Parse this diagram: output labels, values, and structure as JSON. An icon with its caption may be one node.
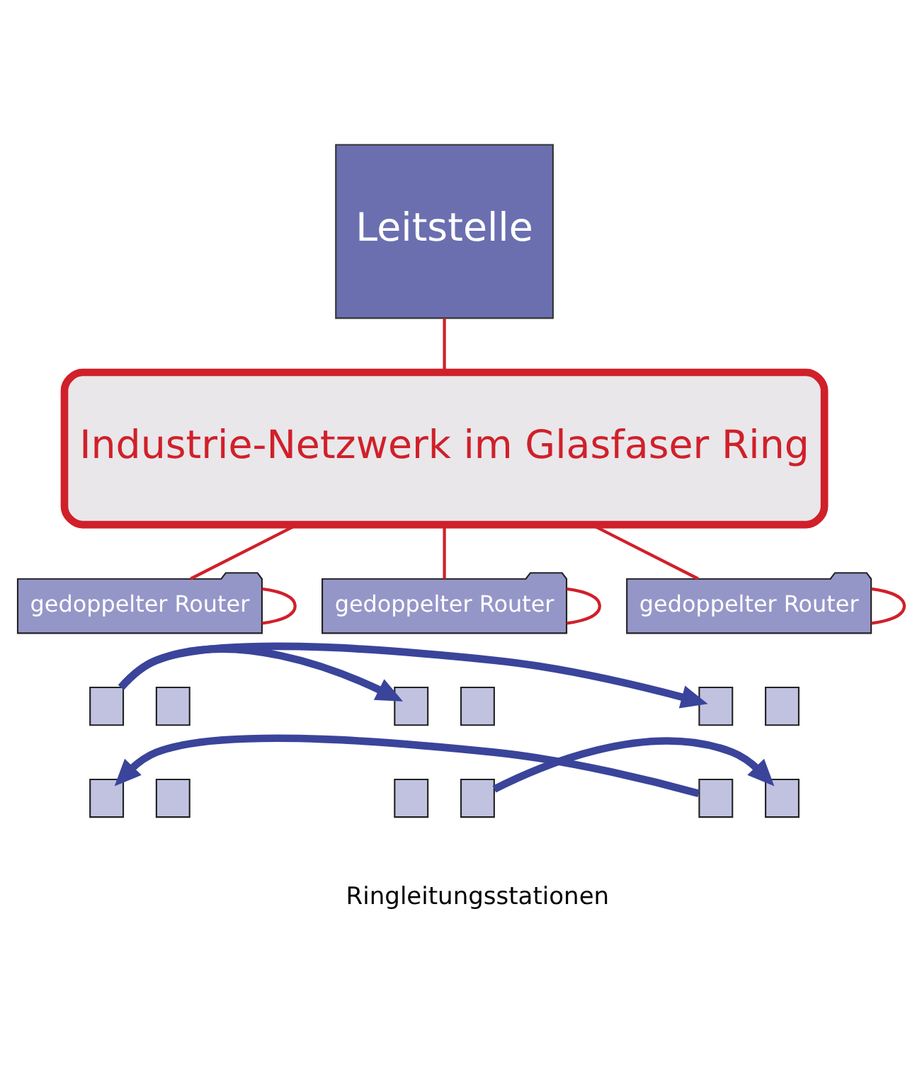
{
  "diagram": {
    "nodes": [
      {
        "text": [
          "Leitstelle"
        ]
      },
      {
        "text": [
          "Industrie-Netzwerk im Glasfaser Ring"
        ]
      },
      {
        "text": [
          "gedoppelter Router"
        ]
      },
      {
        "text": [
          "gedoppelter Router"
        ]
      },
      {
        "text": [
          "gedoppelter Router"
        ]
      },
      {
        "text": [],
        "shape": "box"
      },
      {
        "text": [],
        "shape": "box"
      },
      {
        "text": [],
        "shape": "box"
      },
      {
        "text": [],
        "shape": "box"
      },
      {
        "text": [],
        "shape": "box"
      },
      {
        "text": [],
        "shape": "box"
      },
      {
        "text": [],
        "shape": "box"
      },
      {
        "text": [],
        "shape": "box"
      },
      {
        "text": [],
        "shape": "box"
      },
      {
        "text": [],
        "shape": "box"
      },
      {
        "text": [],
        "shape": "box"
      },
      {
        "text": [],
        "shape": "box"
      }
    ],
    "edges": [
      {
        "from": 0,
        "to": 1,
        "arrow": "none"
      },
      {
        "from": 1,
        "to": 2,
        "arrow": "none"
      },
      {
        "from": 1,
        "to": 3,
        "arrow": "none"
      },
      {
        "from": 1,
        "to": 4,
        "arrow": "none"
      },
      {
        "from": 2,
        "to": 2,
        "arrow": "none"
      },
      {
        "from": 3,
        "to": 3,
        "arrow": "none"
      },
      {
        "from": 4,
        "to": 4,
        "arrow": "none"
      },
      {
        "from": 5,
        "to": 7,
        "arrow": "to",
        "style": "thick",
        "color": "#3a449a"
      },
      {
        "from": 5,
        "to": 9,
        "arrow": "to",
        "style": "thick",
        "color": "#3a449a"
      },
      {
        "from": 14,
        "to": 16,
        "arrow": "to",
        "style": "thick",
        "color": "#3a449a"
      },
      {
        "from": 15,
        "to": 11,
        "arrow": "to",
        "style": "thick",
        "color": "#3a449a"
      }
    ],
    "labels": [
      "Ringleitungsstationen"
    ]
  }
}
